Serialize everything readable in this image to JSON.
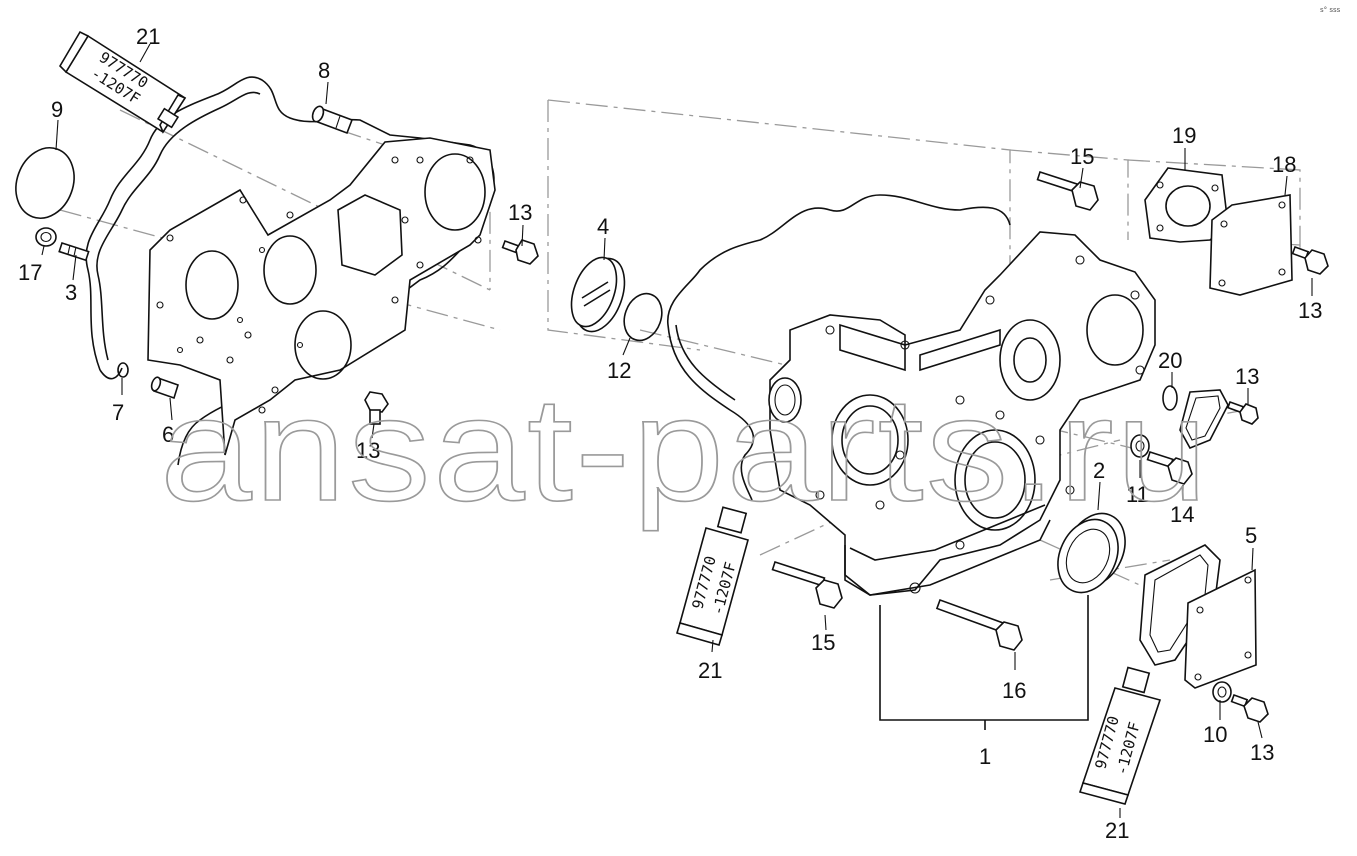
{
  "watermark": "ansat-parts.ru",
  "corner_mark": "s° sss",
  "sealant_tube_text": {
    "line1": "977770",
    "line2": "-1207F"
  },
  "callouts": {
    "c21a": "21",
    "c21b": "21",
    "c21c": "21",
    "c9": "9",
    "c17": "17",
    "c3": "3",
    "c7": "7",
    "c6": "6",
    "c8": "8",
    "c13a": "13",
    "c13b": "13",
    "c13c": "13",
    "c13d": "13",
    "c13e": "13",
    "c4": "4",
    "c12": "12",
    "c15a": "15",
    "c15b": "15",
    "c19": "19",
    "c18": "18",
    "c20": "20",
    "c11": "11",
    "c14": "14",
    "c2": "2",
    "c5": "5",
    "c16": "16",
    "c1": "1",
    "c10": "10"
  }
}
